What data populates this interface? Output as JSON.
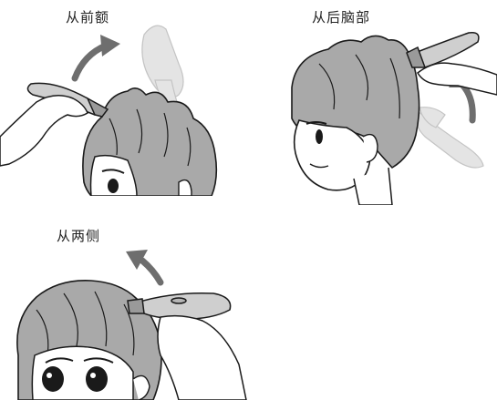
{
  "captions": {
    "forehead": "从前额",
    "back": "从后脑部",
    "sides": "从两侧"
  },
  "colors": {
    "hair": "#a9a9a9",
    "hair_dark": "#8c8c8c",
    "skin": "#ffffff",
    "line": "#1a1a1a",
    "arrow": "#6e6e6e",
    "ghost_trimmer": "#d8d8d8",
    "trimmer": "#cfcfcf"
  }
}
